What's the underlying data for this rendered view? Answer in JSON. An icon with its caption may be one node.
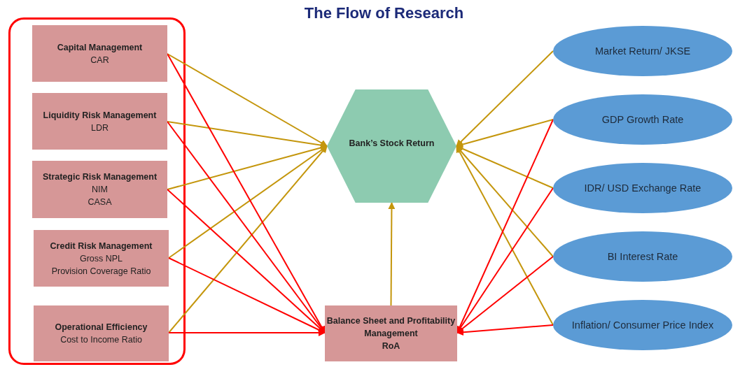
{
  "diagram": {
    "title": "The Flow of Research",
    "nodes": [
      {
        "text": [],
        "shape": "box"
      },
      {
        "text": [
          "Capital Management",
          "CAR"
        ],
        "in": 0
      },
      {
        "text": [
          "Liquidity Risk Management",
          "LDR"
        ],
        "in": 0
      },
      {
        "text": [
          "Strategic Risk Management",
          "NIM",
          "CASA"
        ],
        "in": 0
      },
      {
        "text": [
          "Credit Risk Management",
          "Gross NPL",
          "Provision Coverage Ratio"
        ],
        "in": 0
      },
      {
        "text": [
          "Operational Efficiency",
          "Cost to Income Ratio"
        ],
        "in": 0
      },
      {
        "text": [
          "Bank’s Stock Return"
        ]
      },
      {
        "text": [
          "Balance Sheet and Profitability Management",
          "RoA"
        ]
      },
      {
        "text": [
          "Market Return/ JKSE"
        ]
      },
      {
        "text": [
          "GDP Growth Rate"
        ]
      },
      {
        "text": [
          "IDR/ USD Exchange Rate"
        ]
      },
      {
        "text": [
          "BI Interest Rate"
        ]
      },
      {
        "text": [
          "Inflation/ Consumer Price Index"
        ]
      }
    ],
    "edges": [
      {
        "from": 1,
        "to": 6,
        "arrow": "to"
      },
      {
        "from": 2,
        "to": 6,
        "arrow": "to"
      },
      {
        "from": 3,
        "to": 6,
        "arrow": "to"
      },
      {
        "from": 4,
        "to": 6,
        "arrow": "to"
      },
      {
        "from": 5,
        "to": 6,
        "arrow": "to"
      },
      {
        "from": 1,
        "to": 7,
        "arrow": "to",
        "color": "#ff0000"
      },
      {
        "from": 2,
        "to": 7,
        "arrow": "to",
        "color": "#ff0000"
      },
      {
        "from": 3,
        "to": 7,
        "arrow": "to",
        "color": "#ff0000"
      },
      {
        "from": 4,
        "to": 7,
        "arrow": "to",
        "color": "#ff0000"
      },
      {
        "from": 5,
        "to": 7,
        "arrow": "to",
        "color": "#ff0000"
      },
      {
        "from": 7,
        "to": 6,
        "arrow": "to"
      },
      {
        "from": 8,
        "to": 6,
        "arrow": "to"
      },
      {
        "from": 9,
        "to": 6,
        "arrow": "to"
      },
      {
        "from": 10,
        "to": 6,
        "arrow": "to"
      },
      {
        "from": 11,
        "to": 6,
        "arrow": "to"
      },
      {
        "from": 12,
        "to": 6,
        "arrow": "to"
      },
      {
        "from": 9,
        "to": 7,
        "arrow": "to",
        "color": "#ff0000"
      },
      {
        "from": 10,
        "to": 7,
        "arrow": "to",
        "color": "#ff0000"
      },
      {
        "from": 11,
        "to": 7,
        "arrow": "to",
        "color": "#ff0000"
      },
      {
        "from": 12,
        "to": 7,
        "arrow": "to",
        "color": "#ff0000"
      }
    ]
  }
}
